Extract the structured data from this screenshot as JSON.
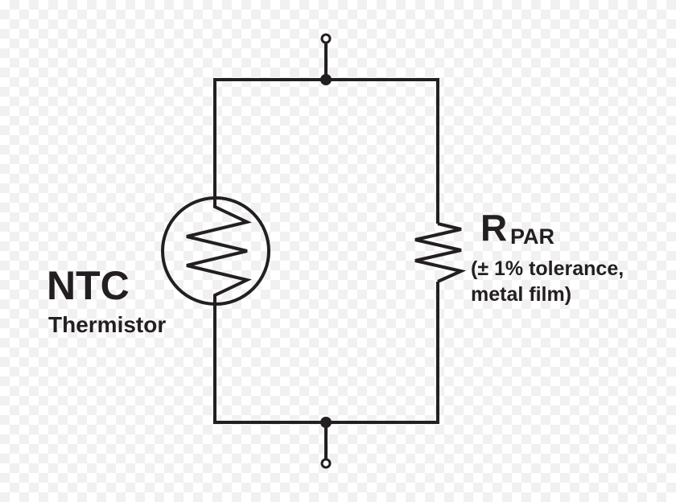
{
  "diagram": {
    "thermistor_label": "NTC",
    "thermistor_sublabel": "Thermistor",
    "resistor_symbol": "R",
    "resistor_subscript": "PAR",
    "resistor_note_line1": "(± 1% tolerance,",
    "resistor_note_line2": "metal film)"
  },
  "colors": {
    "line": "#231f20",
    "background": "#ffffff"
  }
}
